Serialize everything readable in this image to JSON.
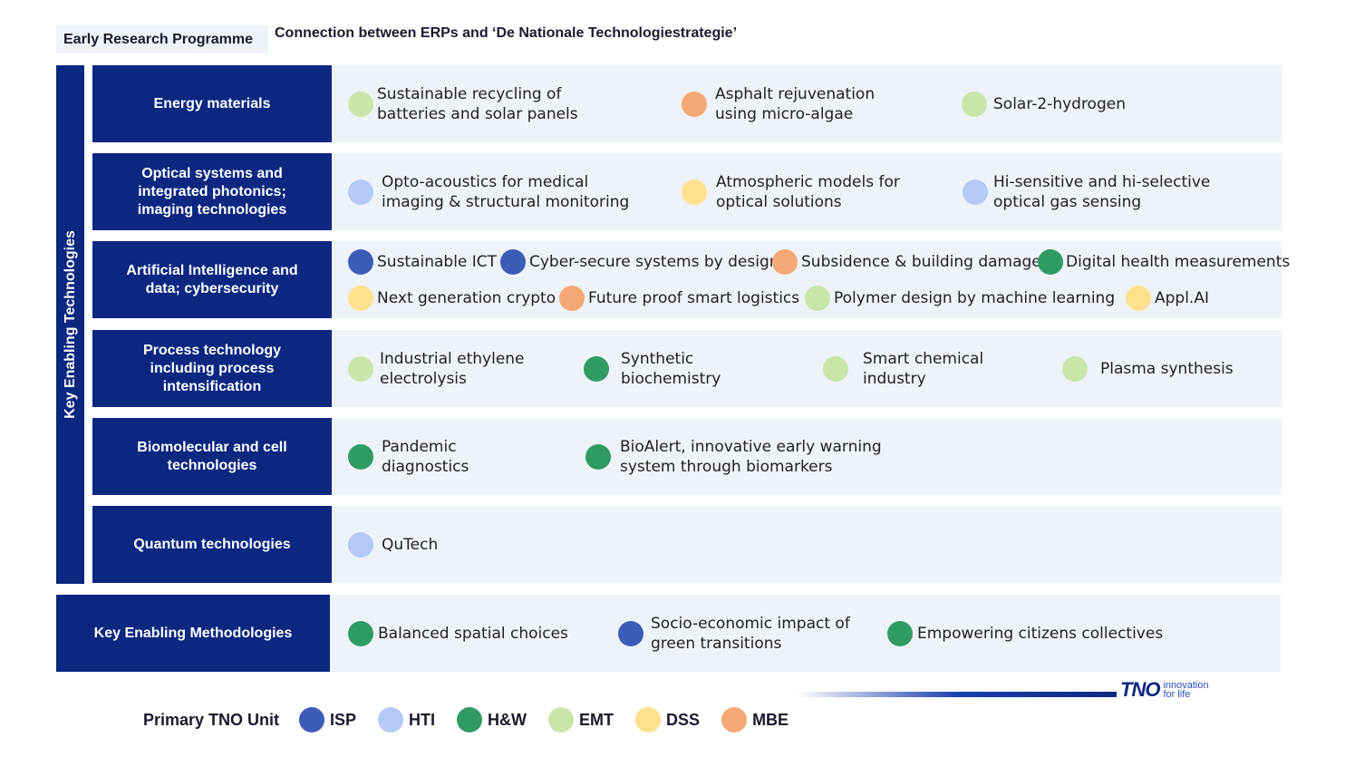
{
  "header": {
    "tag": "Early Research Programme",
    "title": "Connection between ERPs and ‘De Nationale Technologiestrategie’"
  },
  "key_enabling_technologies": "Key Enabling Technologies",
  "rows": [
    {
      "label": "Energy materials",
      "items": [
        {
          "text": "Sustainable recycling of\nbatteries and solar panels",
          "unit": "EMT"
        },
        {
          "text": "Asphalt rejuvenation\nusing micro-algae",
          "unit": "MBE"
        },
        {
          "text": "Solar-2-hydrogen",
          "unit": "EMT"
        }
      ]
    },
    {
      "label": "Optical systems and integrated photonics; imaging technologies",
      "items": [
        {
          "text": "Opto-acoustics for medical\nimaging & structural monitoring",
          "unit": "HTI"
        },
        {
          "text": "Atmospheric models for\noptical solutions",
          "unit": "DSS"
        },
        {
          "text": "Hi-sensitive and hi-selective\noptical gas sensing",
          "unit": "HTI"
        }
      ]
    },
    {
      "label": "Artificial Intelligence and data; cybersecurity",
      "items": [
        {
          "text": "Sustainable ICT",
          "unit": "ISP"
        },
        {
          "text": "Cyber-secure systems by design",
          "unit": "ISP"
        },
        {
          "text": "Subsidence & building damage",
          "unit": "MBE"
        },
        {
          "text": "Digital health measurements",
          "unit": "H&W"
        },
        {
          "text": "Next generation crypto",
          "unit": "DSS"
        },
        {
          "text": "Future proof smart logistics",
          "unit": "MBE"
        },
        {
          "text": "Polymer design by machine learning",
          "unit": "EMT"
        },
        {
          "text": "Appl.AI",
          "unit": "DSS"
        }
      ]
    },
    {
      "label": "Process technology including process intensification",
      "items": [
        {
          "text": "Industrial ethylene\nelectrolysis",
          "unit": "EMT"
        },
        {
          "text": "Synthetic\nbiochemistry",
          "unit": "H&W"
        },
        {
          "text": "Smart chemical\nindustry",
          "unit": "EMT"
        },
        {
          "text": "Plasma synthesis",
          "unit": "EMT"
        }
      ]
    },
    {
      "label": "Biomolecular and cell technologies",
      "items": [
        {
          "text": "Pandemic\ndiagnostics",
          "unit": "H&W"
        },
        {
          "text": "BioAlert, innovative early warning\nsystem through biomarkers",
          "unit": "H&W"
        }
      ]
    },
    {
      "label": "Quantum technologies",
      "items": [
        {
          "text": "QuTech",
          "unit": "HTI"
        }
      ]
    }
  ],
  "methodologies": {
    "label": "Key Enabling Methodologies",
    "items": [
      {
        "text": "Balanced spatial choices",
        "unit": "H&W"
      },
      {
        "text": "Socio-economic impact of\ngreen transitions",
        "unit": "ISP"
      },
      {
        "text": "Empowering citizens collectives",
        "unit": "H&W"
      }
    ]
  },
  "legend": {
    "title": "Primary TNO Unit",
    "units": [
      {
        "name": "ISP",
        "color": "#3d5cb8"
      },
      {
        "name": "HTI",
        "color": "#b4c9f6"
      },
      {
        "name": "H&W",
        "color": "#2f9b63"
      },
      {
        "name": "EMT",
        "color": "#c9e6a8"
      },
      {
        "name": "DSS",
        "color": "#ffe08c"
      },
      {
        "name": "MBE",
        "color": "#f6a874"
      }
    ]
  },
  "logo": {
    "brand": "TNO",
    "tagline": "innovation for life"
  },
  "colors": {
    "navy": "#0b2780",
    "row_bg": "#eef2f9"
  }
}
